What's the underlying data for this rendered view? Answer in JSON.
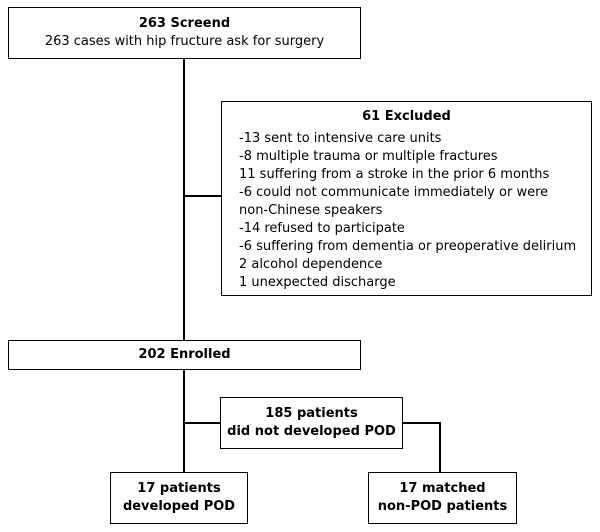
{
  "screened": {
    "title": "263 Screend",
    "subtitle": "263 cases with hip fructure ask for surgery"
  },
  "excluded": {
    "title": "61 Excluded",
    "items": [
      "-13 sent to intensive care units",
      "-8 multiple trauma or multiple fractures",
      " 11 suffering from a stroke in the prior 6 months",
      "-6 could not communicate immediately or were",
      " non-Chinese speakers",
      "-14 refused to participate",
      "-6 suffering from dementia or preoperative delirium",
      " 2 alcohol dependence",
      " 1 unexpected discharge"
    ]
  },
  "enrolled": {
    "title": "202 Enrolled"
  },
  "non_pod": {
    "line1": "185 patients",
    "line2": "did not developed POD"
  },
  "pod": {
    "line1": "17 patients",
    "line2": "developed POD"
  },
  "matched": {
    "line1": "17 matched",
    "line2": "non-POD patients"
  }
}
